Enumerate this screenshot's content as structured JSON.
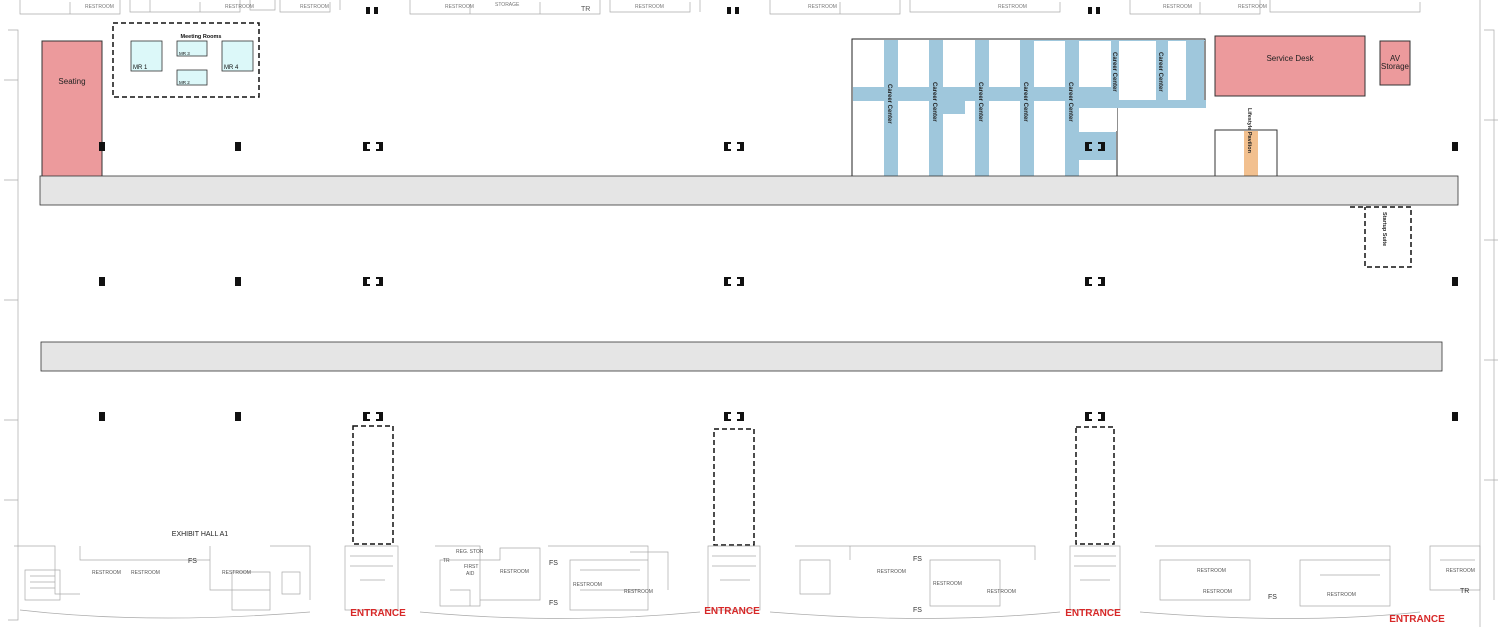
{
  "floorplan": {
    "hall_label": "EXHIBIT HALL A1",
    "top_strip_labels": {
      "restroom": "RESTROOM",
      "storage": "STORAGE",
      "tr": "TR"
    },
    "zones": {
      "seating": "Seating",
      "meeting_rooms_title": "Meeting Rooms",
      "mr1": "MR 1",
      "mr2": "MR 2",
      "mr3": "MR 3",
      "mr4": "MR 4",
      "service_desk": "Service Desk",
      "av_storage_line1": "AV",
      "av_storage_line2": "Storage",
      "career_center": "Career Center",
      "lifestyle_pavilion": "Lifestyle Pavilion",
      "startup_suite": "Startup Suite"
    },
    "bottom_labels": {
      "restroom": "RESTROOM",
      "fs": "FS",
      "tr": "TR",
      "reg_stor": "REG. STOR",
      "first_aid_1": "FIRST",
      "first_aid_2": "AID"
    },
    "entrance_label": "ENTRANCE",
    "colors": {
      "pink": "#ec9a9c",
      "blue": "#9fc7dc",
      "cyan": "#dcf8f9",
      "orange": "#f2c08f",
      "aisle": "#e5e5e5",
      "entrance": "#d72828"
    }
  }
}
